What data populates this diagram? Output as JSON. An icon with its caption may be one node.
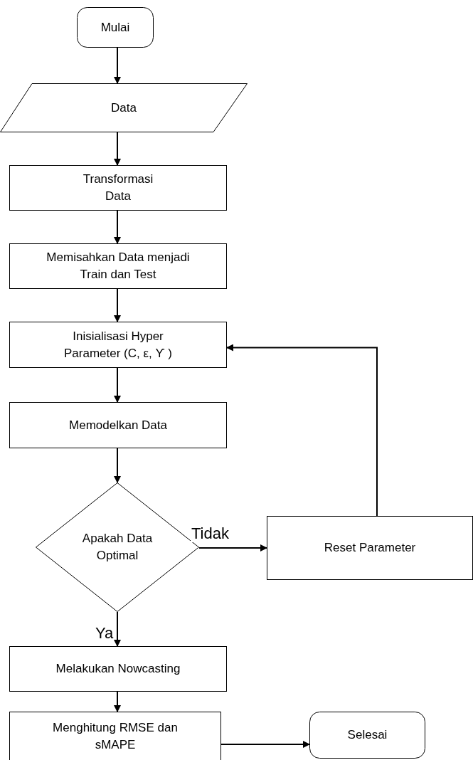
{
  "diagram": {
    "nodes": [
      {
        "text": [
          "Mulai"
        ]
      },
      {
        "text": [
          "Data"
        ]
      },
      {
        "text": [
          "Transformasi Data"
        ]
      },
      {
        "text": [
          "Memisahkan Data menjadi Train dan Test"
        ]
      },
      {
        "text": [
          "Inisialisasi Hyper Parameter (C, ε, ϒ )"
        ]
      },
      {
        "text": [
          "Memodelkan Data"
        ]
      },
      {
        "text": [
          "Apakah Data Optimal"
        ]
      },
      {
        "text": [
          "Reset Parameter"
        ]
      },
      {
        "text": [
          "Melakukan Nowcasting"
        ]
      },
      {
        "text": [
          "Menghitung RMSE dan sMAPE"
        ]
      },
      {
        "text": [
          "Selesai"
        ]
      }
    ],
    "edges": [
      {
        "from": 0,
        "to": 1,
        "arrow": "to"
      },
      {
        "from": 1,
        "to": 2,
        "arrow": "to"
      },
      {
        "from": 2,
        "to": 3,
        "arrow": "to"
      },
      {
        "from": 3,
        "to": 4,
        "arrow": "to"
      },
      {
        "from": 4,
        "to": 5,
        "arrow": "to"
      },
      {
        "from": 5,
        "to": 6,
        "arrow": "to"
      },
      {
        "from": 6,
        "to": 7,
        "arrow": "to",
        "label": "Tidak"
      },
      {
        "from": 7,
        "to": 4,
        "arrow": "to"
      },
      {
        "from": 6,
        "to": 8,
        "arrow": "to",
        "label": "Ya"
      },
      {
        "from": 8,
        "to": 9,
        "arrow": "to"
      },
      {
        "from": 9,
        "to": 10,
        "arrow": "to"
      }
    ]
  }
}
